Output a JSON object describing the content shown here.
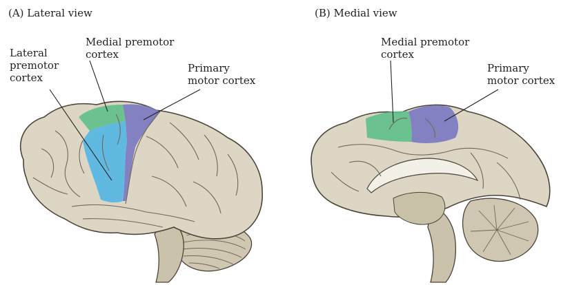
{
  "panel_a": {
    "title": "(A)  Lateral view",
    "labels": {
      "lateral_premotor": [
        "Lateral",
        "premotor",
        "cortex"
      ],
      "medial_premotor": [
        "Medial premotor",
        "cortex"
      ],
      "primary_motor": [
        "Primary",
        "motor cortex"
      ]
    }
  },
  "panel_b": {
    "title": "(B)  Medial view",
    "labels": {
      "medial_premotor": [
        "Medial premotor",
        "cortex"
      ],
      "primary_motor": [
        "Primary",
        "motor cortex"
      ]
    }
  },
  "colors": {
    "brain_fill": "#ddd6c4",
    "brain_shadow": "#b9b09a",
    "outline": "#4a4438",
    "medial_premotor_green": "#5fbf8c",
    "lateral_premotor_blue": "#52b6e4",
    "primary_motor_purple": "#7a78c2"
  }
}
